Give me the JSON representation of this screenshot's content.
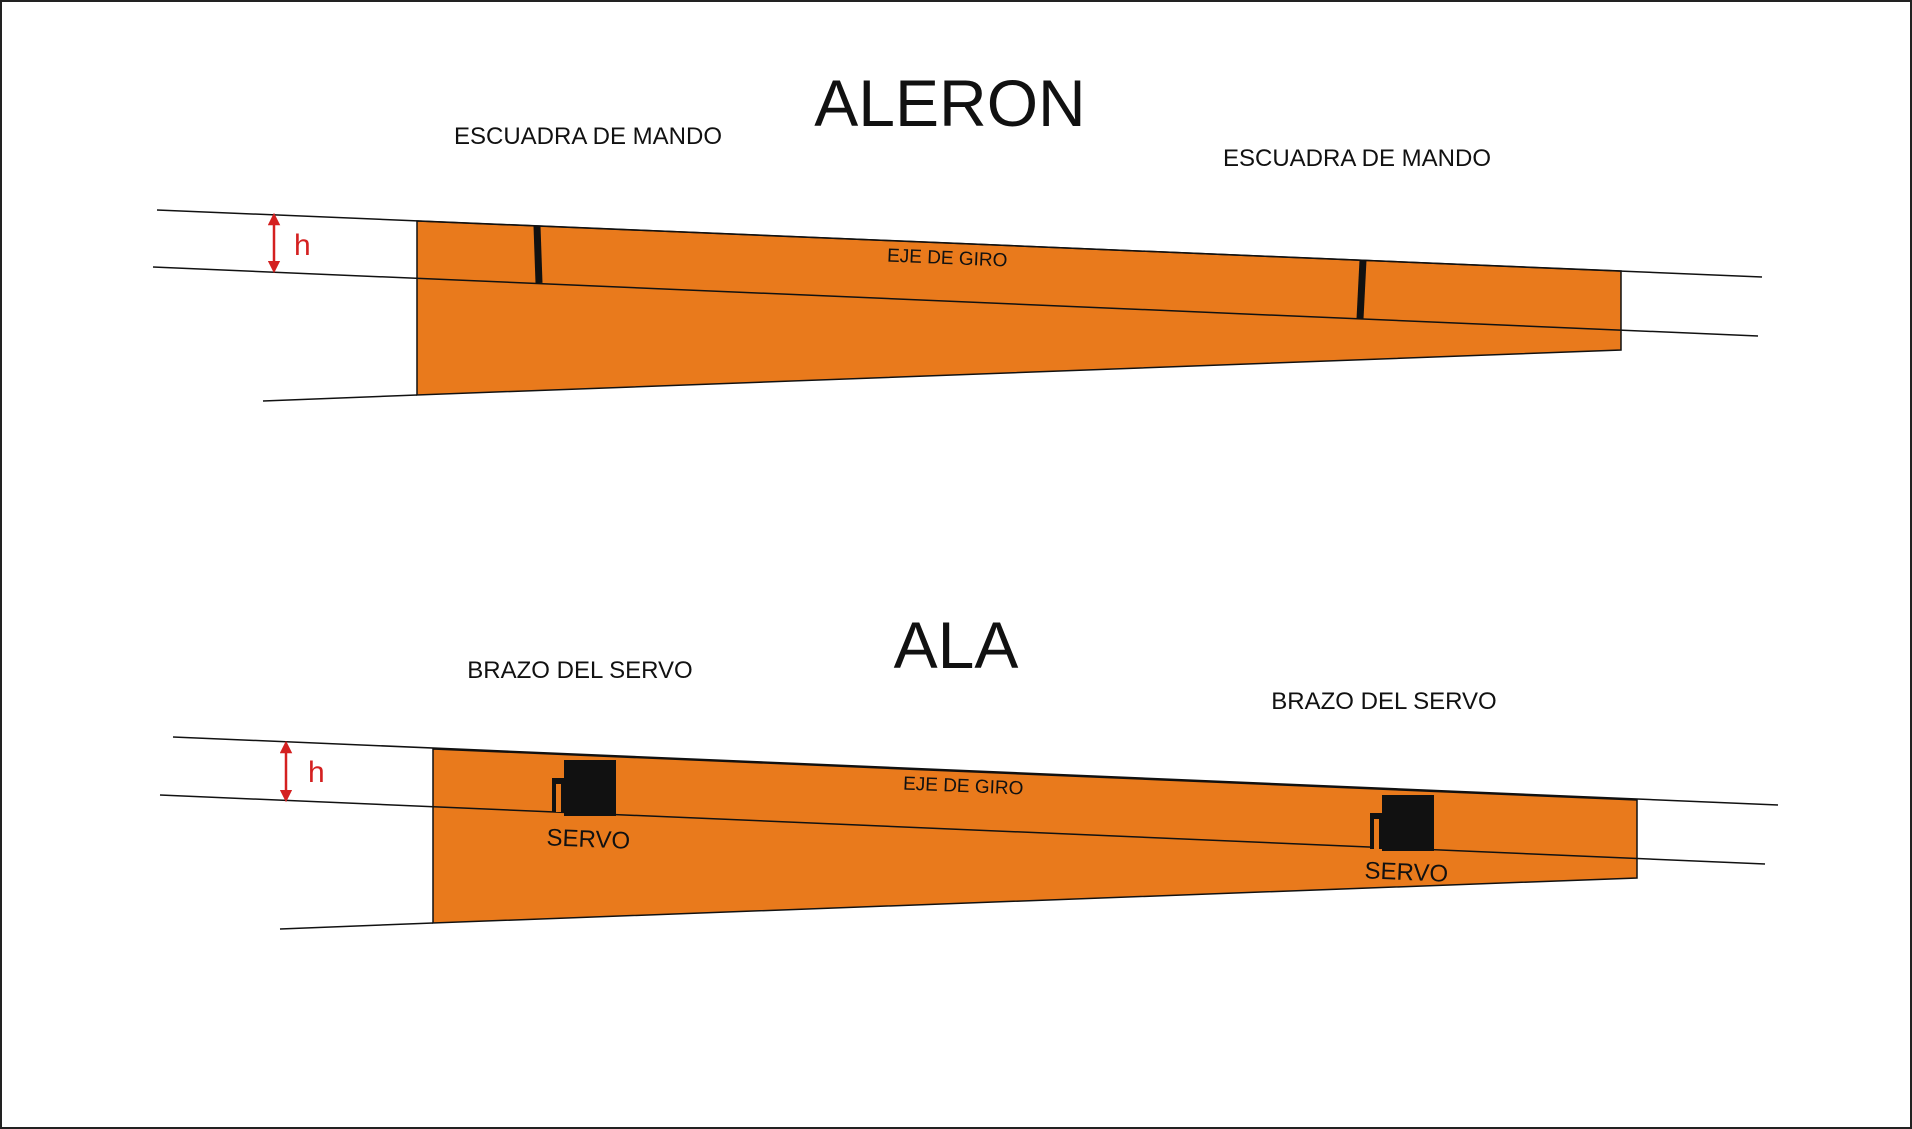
{
  "colors": {
    "panel_fill": "#E97A1C",
    "line": "#111111",
    "dimension": "#D42020"
  },
  "aleron": {
    "title": "ALERON",
    "label_left": "ESCUADRA DE MANDO",
    "label_right": "ESCUADRA DE MANDO",
    "axis_label": "EJE DE GIRO",
    "dimension_label": "h"
  },
  "ala": {
    "title": "ALA",
    "label_left": "BRAZO DEL SERVO",
    "label_right": "BRAZO DEL SERVO",
    "axis_label": "EJE DE GIRO",
    "dimension_label": "h",
    "servo_left": "SERVO",
    "servo_right": "SERVO"
  }
}
